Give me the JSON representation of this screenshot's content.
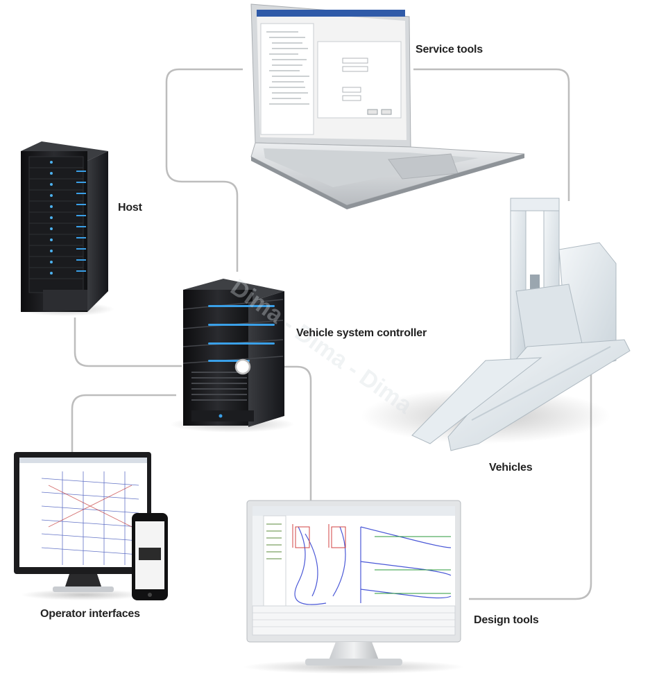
{
  "labels": {
    "service_tools": "Service tools",
    "host": "Host",
    "vehicle_system_controller": "Vehicle system controller",
    "vehicles": "Vehicles",
    "operator_interfaces": "Operator interfaces",
    "design_tools": "Design tools"
  },
  "watermark": "Dima - Dima - Dima",
  "colors": {
    "connector": "#bdbdbd",
    "server_led": "#3aa0e8",
    "label_text": "#222222"
  },
  "icons": {
    "service_tools": "laptop-icon",
    "host": "server-tower-icon",
    "vehicle_system_controller": "server-tower-icon",
    "vehicles": "forklift-agv-icon",
    "operator_interfaces": "monitor-phone-icon",
    "design_tools": "monitor-icon"
  }
}
